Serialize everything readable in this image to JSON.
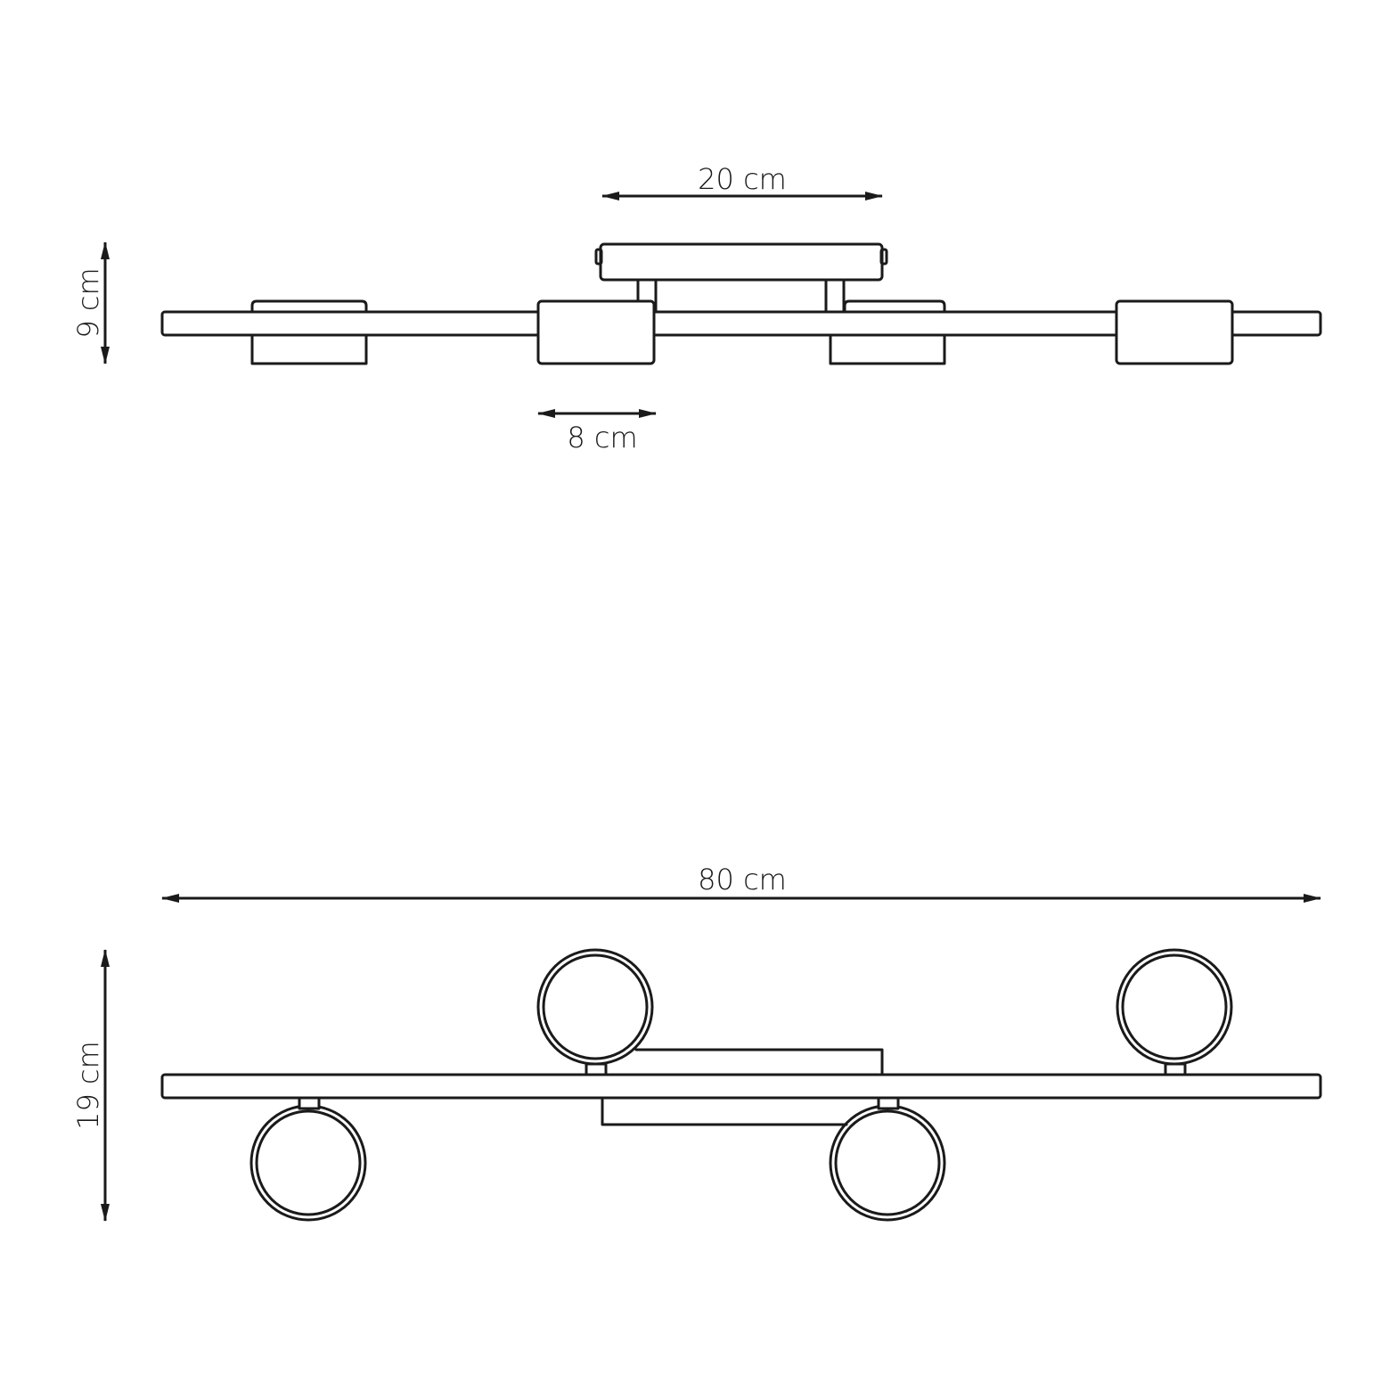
{
  "colors": {
    "line": "#1a1a1a",
    "background": "#ffffff"
  },
  "side_view": {
    "height_label": "9 cm",
    "canopy_width_label": "20 cm",
    "spot_width_label": "8 cm"
  },
  "top_view": {
    "length_label": "80 cm",
    "width_label": "19 cm"
  }
}
